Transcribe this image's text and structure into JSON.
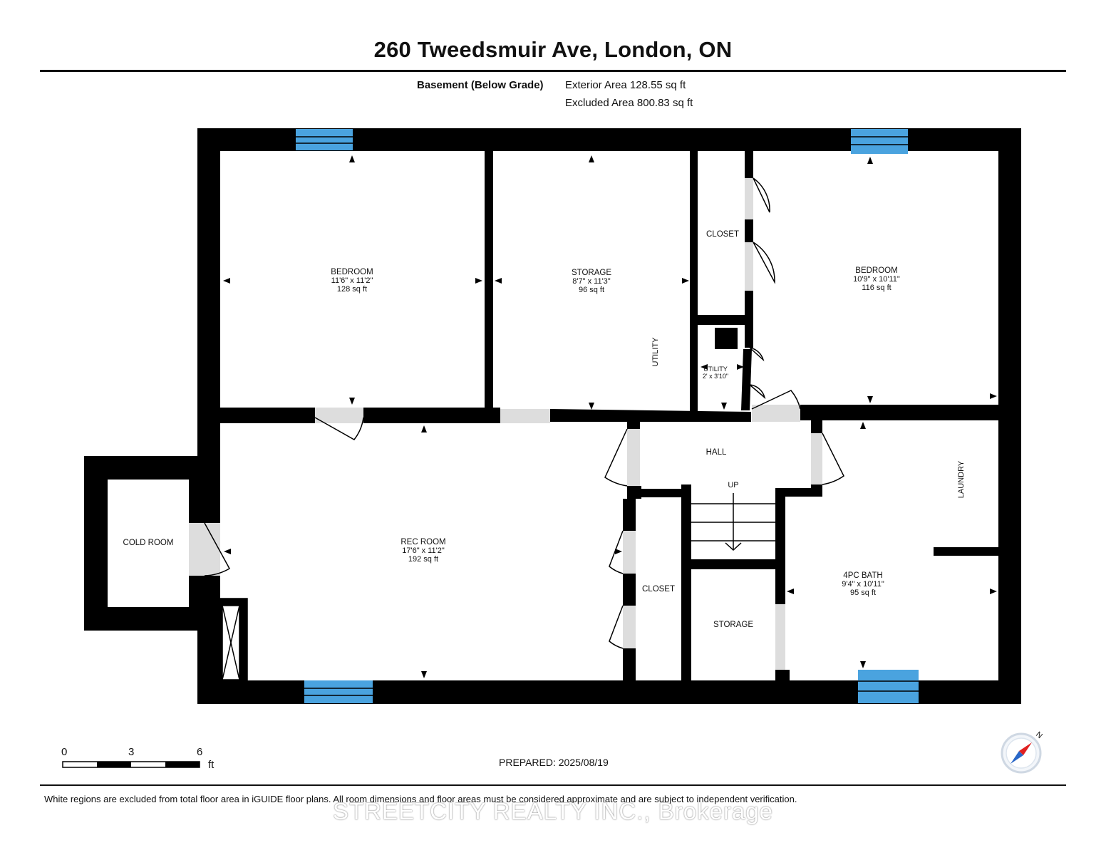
{
  "header": {
    "title": "260 Tweedsmuir Ave, London, ON",
    "level": "Basement (Below Grade)",
    "exterior_area": "Exterior Area 128.55 sq ft",
    "excluded_area": "Excluded Area 800.83 sq ft"
  },
  "rooms": {
    "bedroom_left": {
      "name": "BEDROOM",
      "dims": "11'6\" x 11'2\"",
      "area": "128 sq ft"
    },
    "storage_top": {
      "name": "STORAGE",
      "dims": "8'7\" x 11'3\"",
      "area": "96 sq ft"
    },
    "closet_top": {
      "name": "CLOSET"
    },
    "bedroom_right": {
      "name": "BEDROOM",
      "dims": "10'9\" x 10'11\"",
      "area": "116 sq ft"
    },
    "utility_label": "UTILITY",
    "utility_small": {
      "name": "UTILITY",
      "dims": "2' x 3'10\""
    },
    "hall": {
      "name": "HALL"
    },
    "up": "UP",
    "laundry": "LAUNDRY",
    "cold_room": {
      "name": "COLD ROOM"
    },
    "rec_room": {
      "name": "REC ROOM",
      "dims": "17'6\" x 11'2\"",
      "area": "192 sq ft"
    },
    "closet_mid": {
      "name": "CLOSET"
    },
    "storage_bottom": {
      "name": "STORAGE"
    },
    "bath": {
      "name": "4PC BATH",
      "dims": "9'4\" x 10'11\"",
      "area": "95 sq ft"
    }
  },
  "scale": {
    "ticks": [
      "0",
      "3",
      "6"
    ],
    "unit": "ft"
  },
  "footer": {
    "prepared": "PREPARED: 2025/08/19",
    "disclaimer": "White regions are excluded from total floor area in iGUIDE floor plans. All room dimensions and floor areas must be considered approximate and are subject to independent verification.",
    "brand": "STREETCITY REALTY INC., Brokerage"
  },
  "compass": {
    "label": "N"
  },
  "colors": {
    "wall": "#000000",
    "window": "#4aa3df",
    "door": "#dddddd",
    "text": "#111111"
  }
}
